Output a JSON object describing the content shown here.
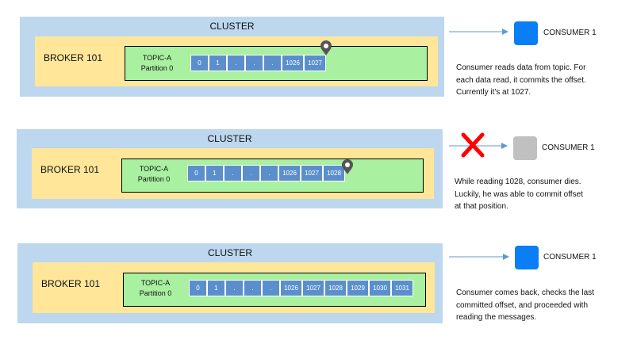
{
  "colors": {
    "cluster": "#bdd7ee",
    "broker": "#ffe699",
    "topic": "#a9f0a0",
    "offset_cell": "#5b8fcc",
    "consumer_active": "#0a7ff5",
    "consumer_dead": "#c0c0c0",
    "failure_x": "#ff0000",
    "arrow": "#5b9bd5",
    "pin": "#555555"
  },
  "panels": [
    {
      "cluster_title": "CLUSTER",
      "broker_label": "BROKER 101",
      "topic_line1": "TOPIC-A",
      "topic_line2": "Partition 0",
      "offsets": [
        "0",
        "1",
        ".",
        ".",
        ".",
        "1026",
        "1027"
      ],
      "pin_icon": "location-pin-icon",
      "consumer_label": "CONSUMER 1",
      "consumer_state": "active",
      "description": [
        "Consumer reads data  from topic.  For",
        "each data read, it commits the offset.",
        "Currently it's at 1027."
      ]
    },
    {
      "cluster_title": "CLUSTER",
      "broker_label": "BROKER 101",
      "topic_line1": "TOPIC-A",
      "topic_line2": "Partition 0",
      "offsets": [
        "0",
        "1",
        ".",
        ".",
        ".",
        "1026",
        "1027",
        "1028"
      ],
      "pin_icon": "location-pin-icon",
      "failure_icon": "red-x-icon",
      "consumer_label": "CONSUMER 1",
      "consumer_state": "dead",
      "description": [
        "While reading 1028, consumer dies.",
        "Luckily, he was  able to commit  offset",
        "at that position."
      ]
    },
    {
      "cluster_title": "CLUSTER",
      "broker_label": "BROKER 101",
      "topic_line1": "TOPIC-A",
      "topic_line2": "Partition 0",
      "offsets": [
        "0",
        "1",
        ".",
        ".",
        ".",
        "1026",
        "1027",
        "1028",
        "1029",
        "1030",
        "1031"
      ],
      "consumer_label": "CONSUMER 1",
      "consumer_state": "active",
      "description": [
        "Consumer comes back, checks the last",
        "committed  offset, and proceeded with",
        "reading the messages."
      ]
    }
  ]
}
